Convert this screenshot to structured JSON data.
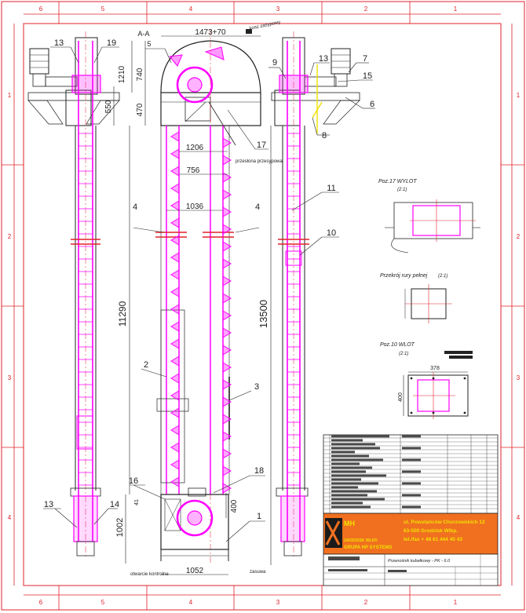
{
  "colors": {
    "frame": "#e0202a",
    "line": "#222222",
    "elevator": "#ff00ff",
    "logo_bg": "#f07020",
    "logo_stripe": "#1a1a1a"
  },
  "border": {
    "cols_top": [
      "6",
      "5",
      "4",
      "3",
      "2",
      "1"
    ],
    "cols_bottom": [
      "6",
      "5",
      "4",
      "3",
      "2",
      "1"
    ],
    "rows": [
      "1",
      "2",
      "3",
      "4"
    ]
  },
  "section_label": "A-A",
  "dims": {
    "top_width": "1473+70",
    "rotated_note": "kosz zasypowy",
    "h_1210": "1210",
    "h_740": "740",
    "h_470": "470",
    "h_550": "550",
    "w_1206": "1206",
    "w_756": "756",
    "w_1036": "1036",
    "h_11290": "11290",
    "h_13500": "13500",
    "h_1002": "1002",
    "w_1052": "1052",
    "h_400": "400",
    "w_378": "378",
    "h_400b": "400",
    "w_41": "41"
  },
  "positions": {
    "p13": "13",
    "p19": "19",
    "p5": "5",
    "p17": "17",
    "p4a": "4",
    "p4b": "4",
    "p2": "2",
    "p3": "3",
    "p18": "18",
    "p16": "16",
    "p1": "1",
    "p13b": "13",
    "p14": "14",
    "p9": "9",
    "p13c": "13",
    "p7": "7",
    "p15": "15",
    "p6": "6",
    "p8": "8",
    "p11": "11",
    "p10": "10"
  },
  "notes": {
    "przesypowa": "przesłona przesypowa",
    "otwarcie": "otwarcie kontrolne",
    "zasuwa": "zasuwa"
  },
  "details": {
    "d17_title": "Poz.17 WYLOT",
    "d17_scale": "(2:1)",
    "d_rura_title": "Przekrój rury pełnej",
    "d_rura_scale": "(2:1)",
    "d10_title": "Poz.10 WLOT",
    "d10_scale": "(2:1)"
  },
  "company": {
    "line1": "ul. Powstańców Chorzowskich 12",
    "line2": "63-500 Grodzisk Wlkp.",
    "line3": "tel./fax + 48 61 444 45 43",
    "logo_name1": "GRODZISK WLKP.",
    "logo_name2": "GRUPA HP SYSTEMS"
  },
  "title_block": {
    "drawing_title": "Przenośnik kubełkowy - PK - 6.0"
  }
}
